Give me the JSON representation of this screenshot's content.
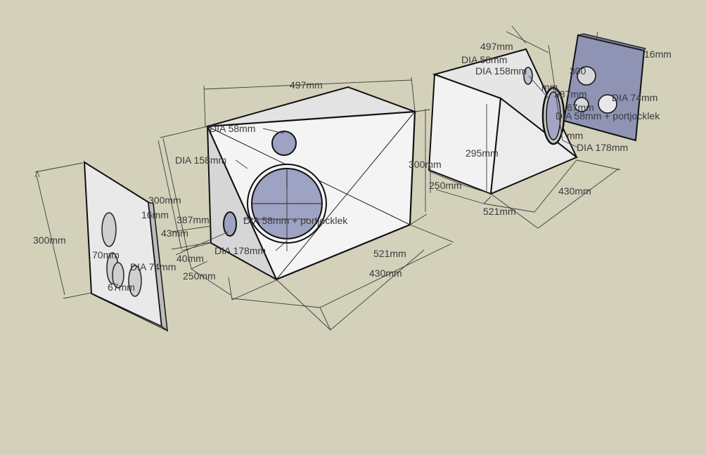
{
  "scene": {
    "background": "#d4d1bb",
    "face_light": "#f2f2f2",
    "face_mid": "#e4e4e4",
    "face_dark": "#cfcfcf",
    "hole_fill": "#9ea2c3",
    "panel_blue": "#8f93b4"
  },
  "labels": {
    "front_width": "497mm",
    "front_tweeter": "DIA 58mm",
    "front_woofer": "DIA 158mm",
    "front_port": "DIA 58mm + portjocklek",
    "front_woofer_outer": "DIA 178mm",
    "front_height": "300mm",
    "front_depth": "250mm",
    "front_diag_a": "521mm",
    "front_diag_b": "430mm",
    "front_387": "387mm",
    "front_43": "43mm",
    "front_40": "40mm",
    "left_panel_height": "300mm",
    "left_panel_16": "16mm",
    "left_panel_70": "70mm",
    "left_panel_74": "DIA 74mm",
    "left_panel_67": "67mm",
    "right_width": "497mm",
    "right_dia58": "DIA 58mm",
    "right_dia158": "DIA 158mm",
    "right_mm": "mm",
    "right_295": "295mm",
    "right_300": "300mm",
    "right_250": "250mm",
    "right_521": "521mm",
    "right_430": "430mm",
    "right_dia178": "DIA 178mm",
    "right_387": "387mm",
    "right_67": "67mm",
    "rpanel_16": "16mm",
    "rpanel_300": "300",
    "rpanel_74": "DIA 74mm",
    "rpanel_port": "DIA 58mm + portjocklek",
    "rpanel_mm": "mm"
  }
}
